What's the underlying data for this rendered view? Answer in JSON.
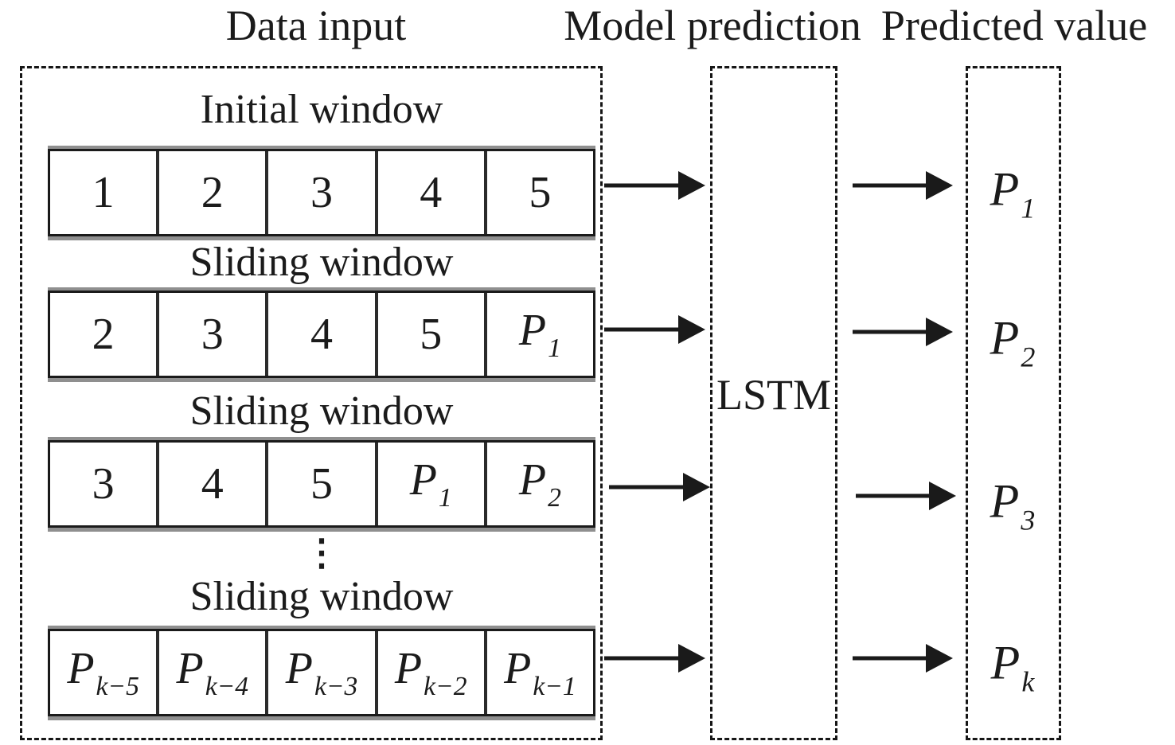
{
  "figure": {
    "headers": {
      "data_input": "Data input",
      "model_prediction": "Model prediction",
      "predicted_value": "Predicted value"
    },
    "input_windows": [
      {
        "label": "Initial window",
        "cells": [
          {
            "text": "1"
          },
          {
            "text": "2"
          },
          {
            "text": "3"
          },
          {
            "text": "4"
          },
          {
            "text": "5"
          }
        ]
      },
      {
        "label": "Sliding window",
        "cells": [
          {
            "text": "2"
          },
          {
            "text": "3"
          },
          {
            "text": "4"
          },
          {
            "text": "5"
          },
          {
            "base": "P",
            "sub": "1"
          }
        ]
      },
      {
        "label": "Sliding window",
        "cells": [
          {
            "text": "3"
          },
          {
            "text": "4"
          },
          {
            "text": "5"
          },
          {
            "base": "P",
            "sub": "1"
          },
          {
            "base": "P",
            "sub": "2"
          }
        ]
      },
      {
        "label": "Sliding window",
        "ellipsis_before": "⋮",
        "cells": [
          {
            "base": "P",
            "sub": "k−5"
          },
          {
            "base": "P",
            "sub": "k−4"
          },
          {
            "base": "P",
            "sub": "k−3"
          },
          {
            "base": "P",
            "sub": "k−2"
          },
          {
            "base": "P",
            "sub": "k−1"
          }
        ]
      }
    ],
    "model_label": "LSTM",
    "predicted_values": [
      {
        "base": "P",
        "sub": "1"
      },
      {
        "base": "P",
        "sub": "2"
      },
      {
        "base": "P",
        "sub": "3"
      },
      {
        "base": "P",
        "sub": "k"
      }
    ],
    "colors": {
      "ink": "#1b1b1b",
      "shadow_gray": "#8f8f8f"
    }
  }
}
